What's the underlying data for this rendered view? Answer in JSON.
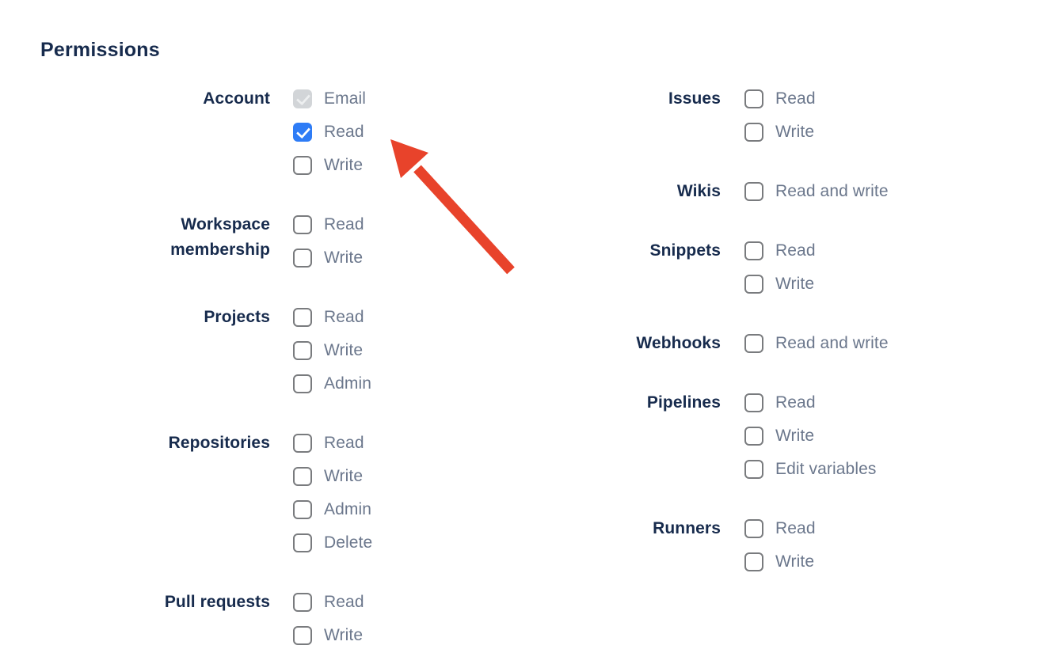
{
  "heading": "Permissions",
  "permissions": {
    "columns": [
      {
        "groups": [
          {
            "label": "Account",
            "options": [
              {
                "label": "Email",
                "state": "checked_disabled"
              },
              {
                "label": "Read",
                "state": "checked"
              },
              {
                "label": "Write",
                "state": "unchecked"
              }
            ]
          },
          {
            "label": "Workspace membership",
            "options": [
              {
                "label": "Read",
                "state": "unchecked"
              },
              {
                "label": "Write",
                "state": "unchecked"
              }
            ]
          },
          {
            "label": "Projects",
            "options": [
              {
                "label": "Read",
                "state": "unchecked"
              },
              {
                "label": "Write",
                "state": "unchecked"
              },
              {
                "label": "Admin",
                "state": "unchecked"
              }
            ]
          },
          {
            "label": "Repositories",
            "options": [
              {
                "label": "Read",
                "state": "unchecked"
              },
              {
                "label": "Write",
                "state": "unchecked"
              },
              {
                "label": "Admin",
                "state": "unchecked"
              },
              {
                "label": "Delete",
                "state": "unchecked"
              }
            ]
          },
          {
            "label": "Pull requests",
            "options": [
              {
                "label": "Read",
                "state": "unchecked"
              },
              {
                "label": "Write",
                "state": "unchecked"
              }
            ]
          }
        ]
      },
      {
        "groups": [
          {
            "label": "Issues",
            "options": [
              {
                "label": "Read",
                "state": "unchecked"
              },
              {
                "label": "Write",
                "state": "unchecked"
              }
            ]
          },
          {
            "label": "Wikis",
            "options": [
              {
                "label": "Read and write",
                "state": "unchecked"
              }
            ]
          },
          {
            "label": "Snippets",
            "options": [
              {
                "label": "Read",
                "state": "unchecked"
              },
              {
                "label": "Write",
                "state": "unchecked"
              }
            ]
          },
          {
            "label": "Webhooks",
            "options": [
              {
                "label": "Read and write",
                "state": "unchecked"
              }
            ]
          },
          {
            "label": "Pipelines",
            "options": [
              {
                "label": "Read",
                "state": "unchecked"
              },
              {
                "label": "Write",
                "state": "unchecked"
              },
              {
                "label": "Edit variables",
                "state": "unchecked"
              }
            ]
          },
          {
            "label": "Runners",
            "options": [
              {
                "label": "Read",
                "state": "unchecked"
              },
              {
                "label": "Write",
                "state": "unchecked"
              }
            ]
          }
        ]
      }
    ]
  },
  "annotation": {
    "type": "arrow",
    "color": "#E8432B",
    "points_at": "Account Read checkbox"
  },
  "colors": {
    "heading_text": "#172B4D",
    "group_label_text": "#172B4D",
    "option_label_text": "#6B778C",
    "checkbox_checked_fill": "#2E7CF6",
    "checkbox_disabled_fill": "#D2D5D8",
    "checkbox_border": "#797B7E",
    "page_bg": "#FFFFFF"
  }
}
